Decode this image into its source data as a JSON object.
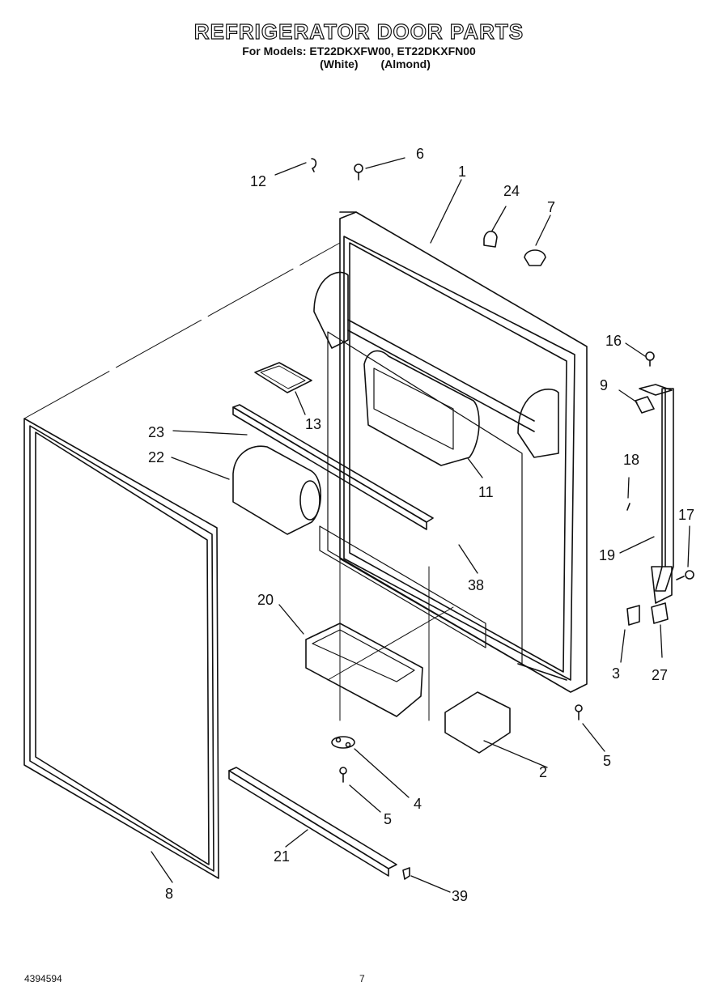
{
  "header": {
    "title": "REFRIGERATOR DOOR PARTS",
    "models_line": "For Models: ET22DKXFW00, ET22DKXFN00",
    "colors_line": "(White) (Almond)"
  },
  "callouts": [
    {
      "id": "1",
      "name": "door-panel"
    },
    {
      "id": "2",
      "name": "hinge-cover"
    },
    {
      "id": "3",
      "name": "bracket"
    },
    {
      "id": "4",
      "name": "bottom-hinge"
    },
    {
      "id": "5",
      "name": "screw"
    },
    {
      "id": "5",
      "name": "screw-lower"
    },
    {
      "id": "6",
      "name": "screw-top"
    },
    {
      "id": "7",
      "name": "plug"
    },
    {
      "id": "8",
      "name": "gasket"
    },
    {
      "id": "9",
      "name": "hinge-spacer"
    },
    {
      "id": "11",
      "name": "dairy-door-bin"
    },
    {
      "id": "12",
      "name": "clip"
    },
    {
      "id": "13",
      "name": "shelf-retainer"
    },
    {
      "id": "16",
      "name": "hinge-screw"
    },
    {
      "id": "17",
      "name": "handle-screw"
    },
    {
      "id": "18",
      "name": "handle-insert"
    },
    {
      "id": "19",
      "name": "handle"
    },
    {
      "id": "20",
      "name": "door-shelf"
    },
    {
      "id": "21",
      "name": "trim-strip"
    },
    {
      "id": "22",
      "name": "egg-bin"
    },
    {
      "id": "23",
      "name": "door-rail"
    },
    {
      "id": "24",
      "name": "door-stop"
    },
    {
      "id": "27",
      "name": "handle-clip"
    },
    {
      "id": "38",
      "name": "shelf-clip"
    },
    {
      "id": "39",
      "name": "end-cap"
    }
  ],
  "footer": {
    "doc_number": "4394594",
    "page_number": "7"
  }
}
